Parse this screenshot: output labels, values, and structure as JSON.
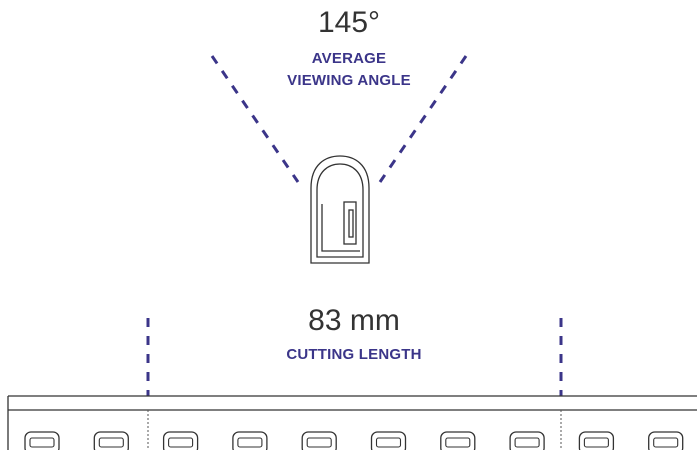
{
  "viewing_angle": {
    "value": "145°",
    "caption_line1": "AVERAGE",
    "caption_line2": "VIEWING ANGLE"
  },
  "cutting": {
    "value": "83 mm",
    "caption": "CUTTING LENGTH"
  },
  "strip": {
    "visible_led_count": 10
  },
  "colors": {
    "accent": "#3b3589",
    "text": "#333333",
    "line": "#333333"
  }
}
